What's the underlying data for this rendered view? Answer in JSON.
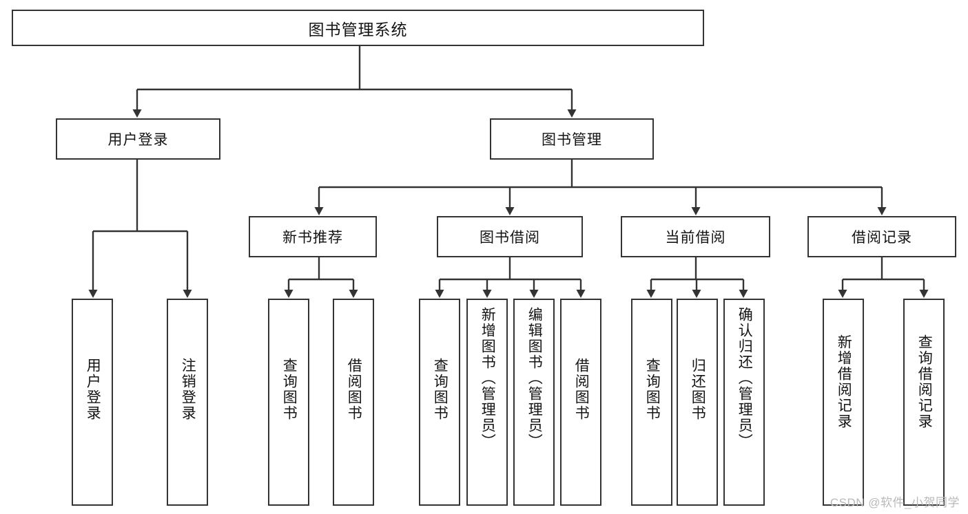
{
  "diagram": {
    "title": "图书管理系统",
    "type": "hierarchy-tree",
    "root": {
      "label": "图书管理系统",
      "children": [
        {
          "label": "用户登录",
          "children": [
            {
              "label": "用户登录"
            },
            {
              "label": "注销登录"
            }
          ]
        },
        {
          "label": "图书管理",
          "children": [
            {
              "label": "新书推荐",
              "children": [
                {
                  "label": "查询图书"
                },
                {
                  "label": "借阅图书"
                }
              ]
            },
            {
              "label": "图书借阅",
              "children": [
                {
                  "label": "查询图书"
                },
                {
                  "label": "新增图书（管理员）"
                },
                {
                  "label": "编辑图书（管理员）"
                },
                {
                  "label": "借阅图书"
                }
              ]
            },
            {
              "label": "当前借阅",
              "children": [
                {
                  "label": "查询图书"
                },
                {
                  "label": "归还图书"
                },
                {
                  "label": "确认归还（管理员）"
                }
              ]
            },
            {
              "label": "借阅记录",
              "children": [
                {
                  "label": "新增借阅记录"
                },
                {
                  "label": "查询借阅记录"
                }
              ]
            }
          ]
        }
      ]
    }
  },
  "nodes": {
    "root": "图书管理系统",
    "user_login": "用户登录",
    "book_manage": "图书管理",
    "new_book_rec": "新书推荐",
    "book_borrow": "图书借阅",
    "current_borrow": "当前借阅",
    "borrow_record": "借阅记录",
    "leaf_user_login": "用户登录",
    "leaf_logout": "注销登录",
    "leaf_query_book_a": "查询图书",
    "leaf_borrow_book_a": "借阅图书",
    "leaf_query_book_b": "查询图书",
    "leaf_add_book_admin": "新增图书（管理员）",
    "leaf_edit_book_admin": "编辑图书（管理员）",
    "leaf_borrow_book_b": "借阅图书",
    "leaf_query_book_c": "查询图书",
    "leaf_return_book": "归还图书",
    "leaf_confirm_return_admin": "确认归还（管理员）",
    "leaf_add_record": "新增借阅记录",
    "leaf_query_record": "查询借阅记录"
  },
  "watermark": "CSDN @软件_小贺同学",
  "colors": {
    "border": "#333333",
    "background": "#ffffff",
    "text": "#141414",
    "watermark": "#b9b9b9"
  }
}
